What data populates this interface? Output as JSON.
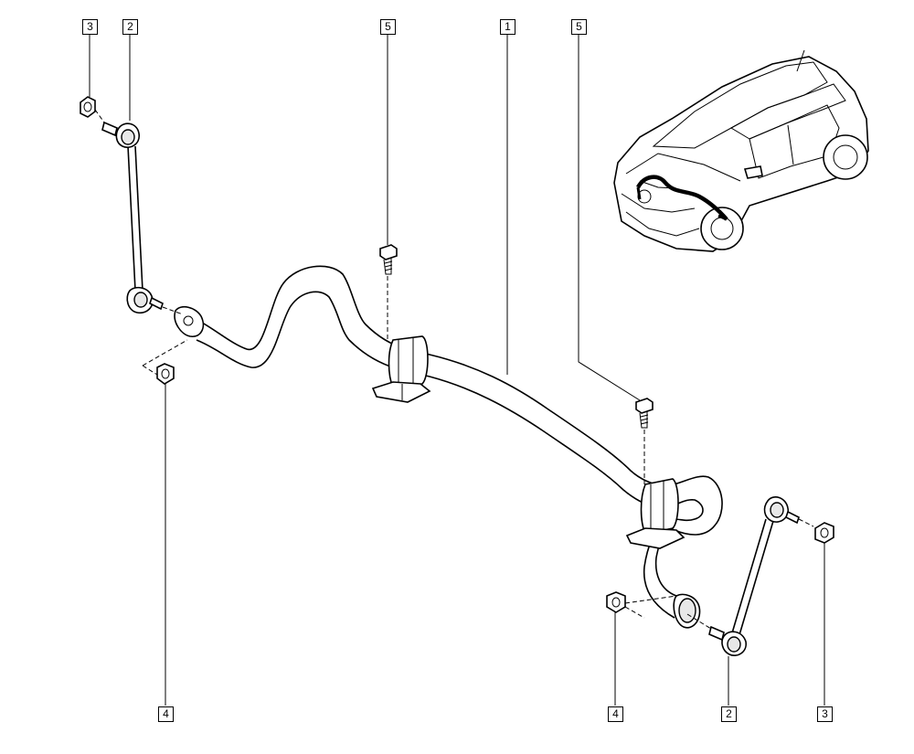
{
  "callouts": [
    {
      "id": "c3-top",
      "label": "3"
    },
    {
      "id": "c2-top",
      "label": "2"
    },
    {
      "id": "c5-mid",
      "label": "5"
    },
    {
      "id": "c1-top",
      "label": "1"
    },
    {
      "id": "c5-right",
      "label": "5"
    },
    {
      "id": "c4-left",
      "label": "4"
    },
    {
      "id": "c4-right",
      "label": "4"
    },
    {
      "id": "c2-bottom",
      "label": "2"
    },
    {
      "id": "c3-bottom",
      "label": "3"
    }
  ]
}
